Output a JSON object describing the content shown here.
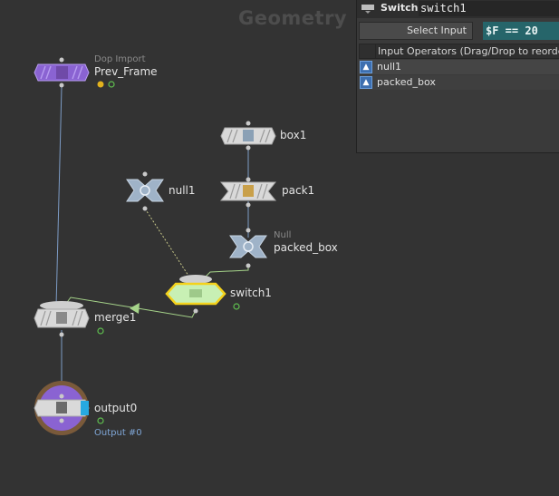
{
  "network": {
    "context_title": "Geometry"
  },
  "nodes": {
    "prev_frame": {
      "type": "Dop Import",
      "name": "Prev_Frame"
    },
    "box1": {
      "name": "box1"
    },
    "null1": {
      "name": "null1"
    },
    "pack1": {
      "name": "pack1"
    },
    "packed_box": {
      "type": "Null",
      "name": "packed_box"
    },
    "switch1": {
      "name": "switch1"
    },
    "merge1": {
      "name": "merge1"
    },
    "output0": {
      "name": "output0",
      "output_label": "Output #0"
    }
  },
  "panel": {
    "node_type": "Switch",
    "node_name": "switch1",
    "select_input_label": "Select Input",
    "select_input_value": "$F == 20",
    "list_header": "Input Operators (Drag/Drop to reorder)",
    "inputs": [
      "null1",
      "packed_box"
    ]
  },
  "colors": {
    "background": "#333333",
    "dop_node": "#8a63d2",
    "switch_selected": "#f4d21c",
    "switch_fill": "#c8f0b4",
    "output_ring": "#7a5a3a",
    "expression": "#26656a"
  }
}
